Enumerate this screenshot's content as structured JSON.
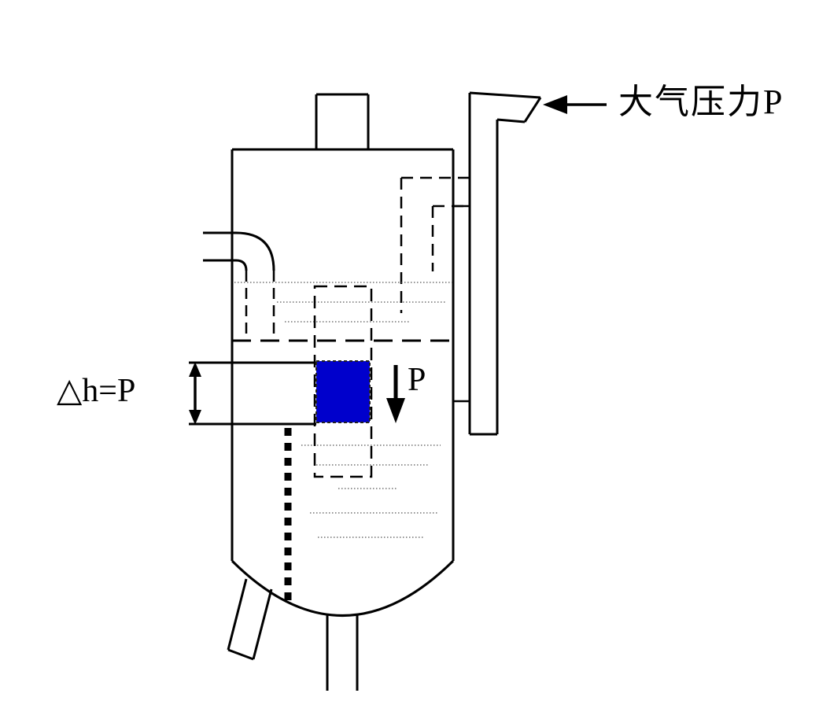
{
  "diagram": {
    "title_context": "vessel-pressure-measurement-schematic",
    "labels": {
      "atmospheric_pressure": "大气压力P",
      "delta_h": "△h=P",
      "pressure_p": "P"
    },
    "colors": {
      "line": "#000000",
      "float_fill": "#0000CC",
      "background": "#FFFFFF",
      "liquid_dots": "#555555"
    }
  }
}
